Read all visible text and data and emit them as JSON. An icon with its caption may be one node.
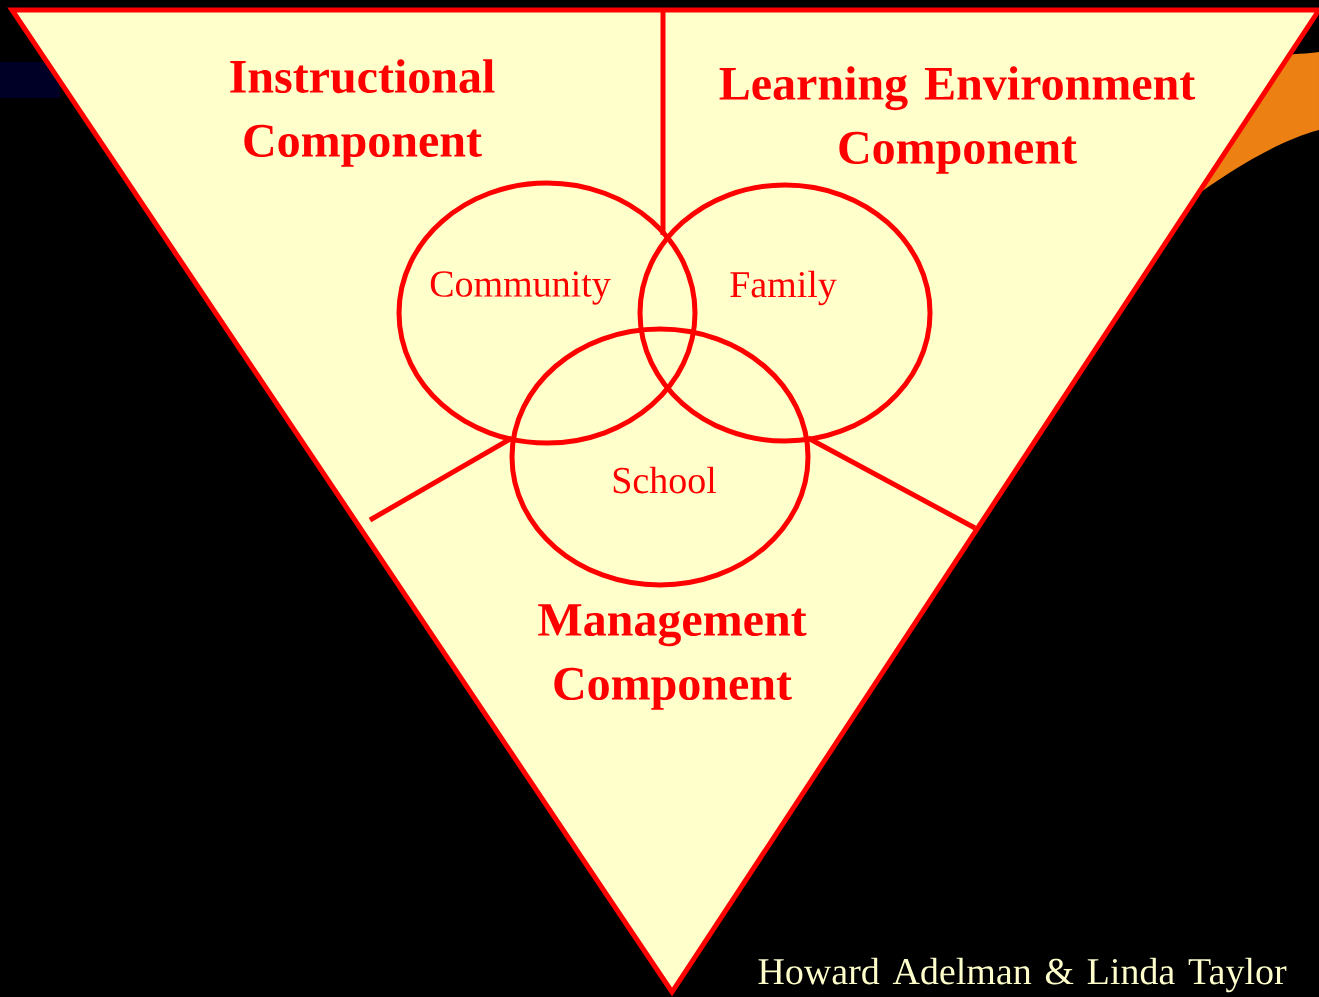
{
  "diagram": {
    "nodes": [
      {
        "text": [
          "Community"
        ]
      },
      {
        "text": [
          "Family"
        ]
      },
      {
        "text": [
          "School"
        ]
      }
    ],
    "labels": [
      "Instructional Component",
      "Learning Environment Component",
      "Management Component",
      "Howard Adelman & Linda Taylor"
    ]
  }
}
